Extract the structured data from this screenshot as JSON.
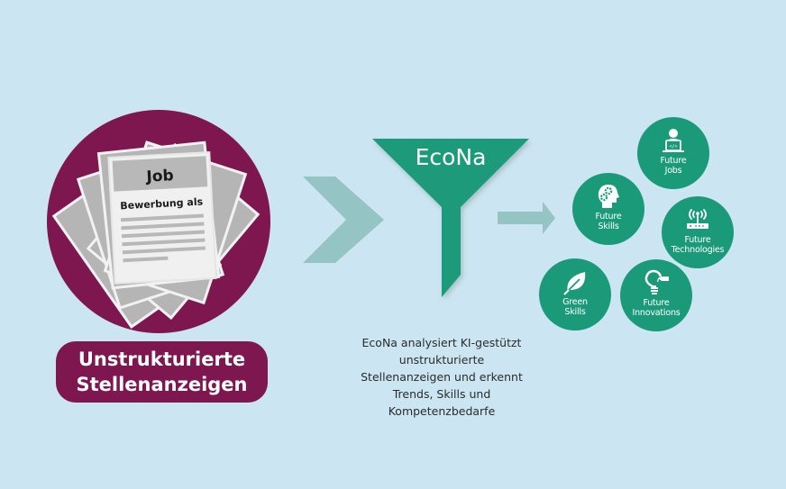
{
  "source": {
    "paper_heading": "Job",
    "paper_subheading": "Bewerbung als",
    "label_line1": "Unstrukturierte",
    "label_line2": "Stellenanzeigen",
    "color": "#7e1650"
  },
  "processor": {
    "name": "EcoNa",
    "color": "#1b9a7a",
    "description_lines": [
      "EcoNa analysiert KI-gestützt",
      "unstrukturierte",
      "Stellenanzeigen und erkennt",
      "Trends, Skills und",
      "Kompetenzbedarfe"
    ]
  },
  "arrows": {
    "color": "#94c4c3",
    "input_icon": "chevron-right",
    "output_icon": "arrow-right"
  },
  "outcomes": [
    {
      "line1": "Future",
      "line2": "Jobs",
      "icon": "person-laptop-code-icon"
    },
    {
      "line1": "Future",
      "line2": "Skills",
      "icon": "head-gears-icon"
    },
    {
      "line1": "Future",
      "line2": "Technologies",
      "icon": "wifi-router-icon"
    },
    {
      "line1": "Green",
      "line2": "Skills",
      "icon": "leaf-icon"
    },
    {
      "line1": "Future",
      "line2": "Innovations",
      "icon": "lightbulb-tag-icon"
    }
  ],
  "colors": {
    "background": "#cbe6f2",
    "outcome_circle": "#1b9a7a"
  }
}
